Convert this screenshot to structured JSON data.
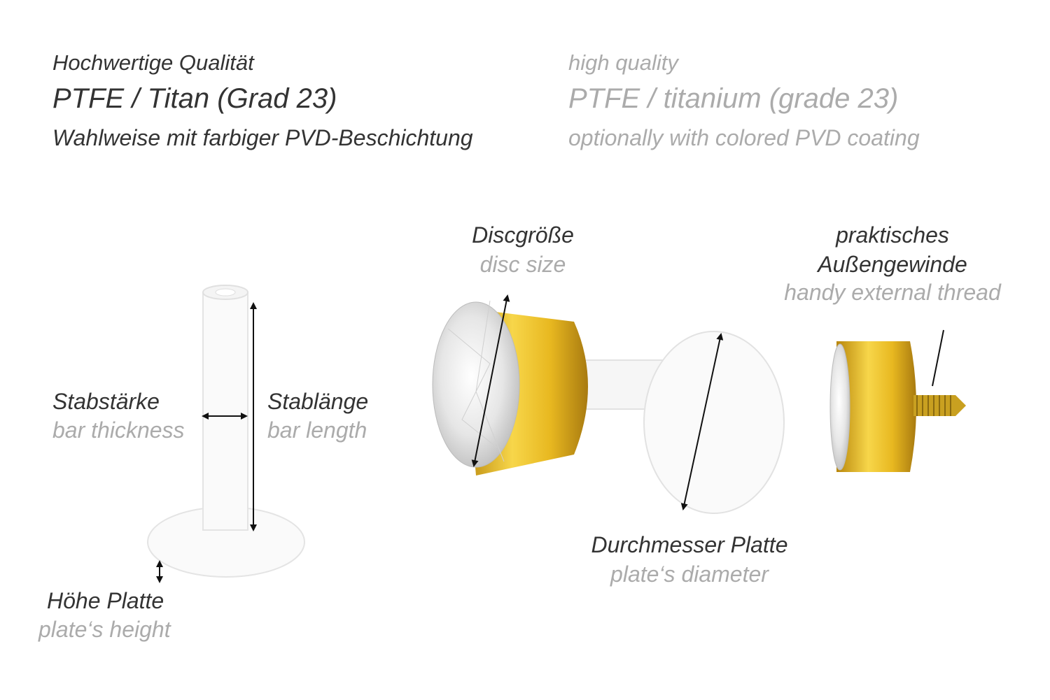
{
  "header": {
    "de": {
      "quality": "Hochwertige Qualität",
      "material": "PTFE / Titan (Grad 23)",
      "coating": "Wahlweise mit farbiger PVD-Beschichtung"
    },
    "en": {
      "quality": "high quality",
      "material": "PTFE / titanium (grade 23)",
      "coating": "optionally with colored PVD coating"
    }
  },
  "labels": {
    "disc_size": {
      "de": "Discgröße",
      "en": "disc size"
    },
    "thread": {
      "de1": "praktisches",
      "de2": "Außengewinde",
      "en": "handy external thread"
    },
    "bar_thickness": {
      "de": "Stabstärke",
      "en": "bar thickness"
    },
    "bar_length": {
      "de": "Stablänge",
      "en": "bar length"
    },
    "plate_height": {
      "de": "Höhe Platte",
      "en": "plate‘s height"
    },
    "plate_diameter": {
      "de": "Durchmesser Platte",
      "en": "plate‘s diameter"
    }
  },
  "colors": {
    "gold": "#e8b820",
    "text_de": "#333333",
    "text_en": "#ababab"
  }
}
